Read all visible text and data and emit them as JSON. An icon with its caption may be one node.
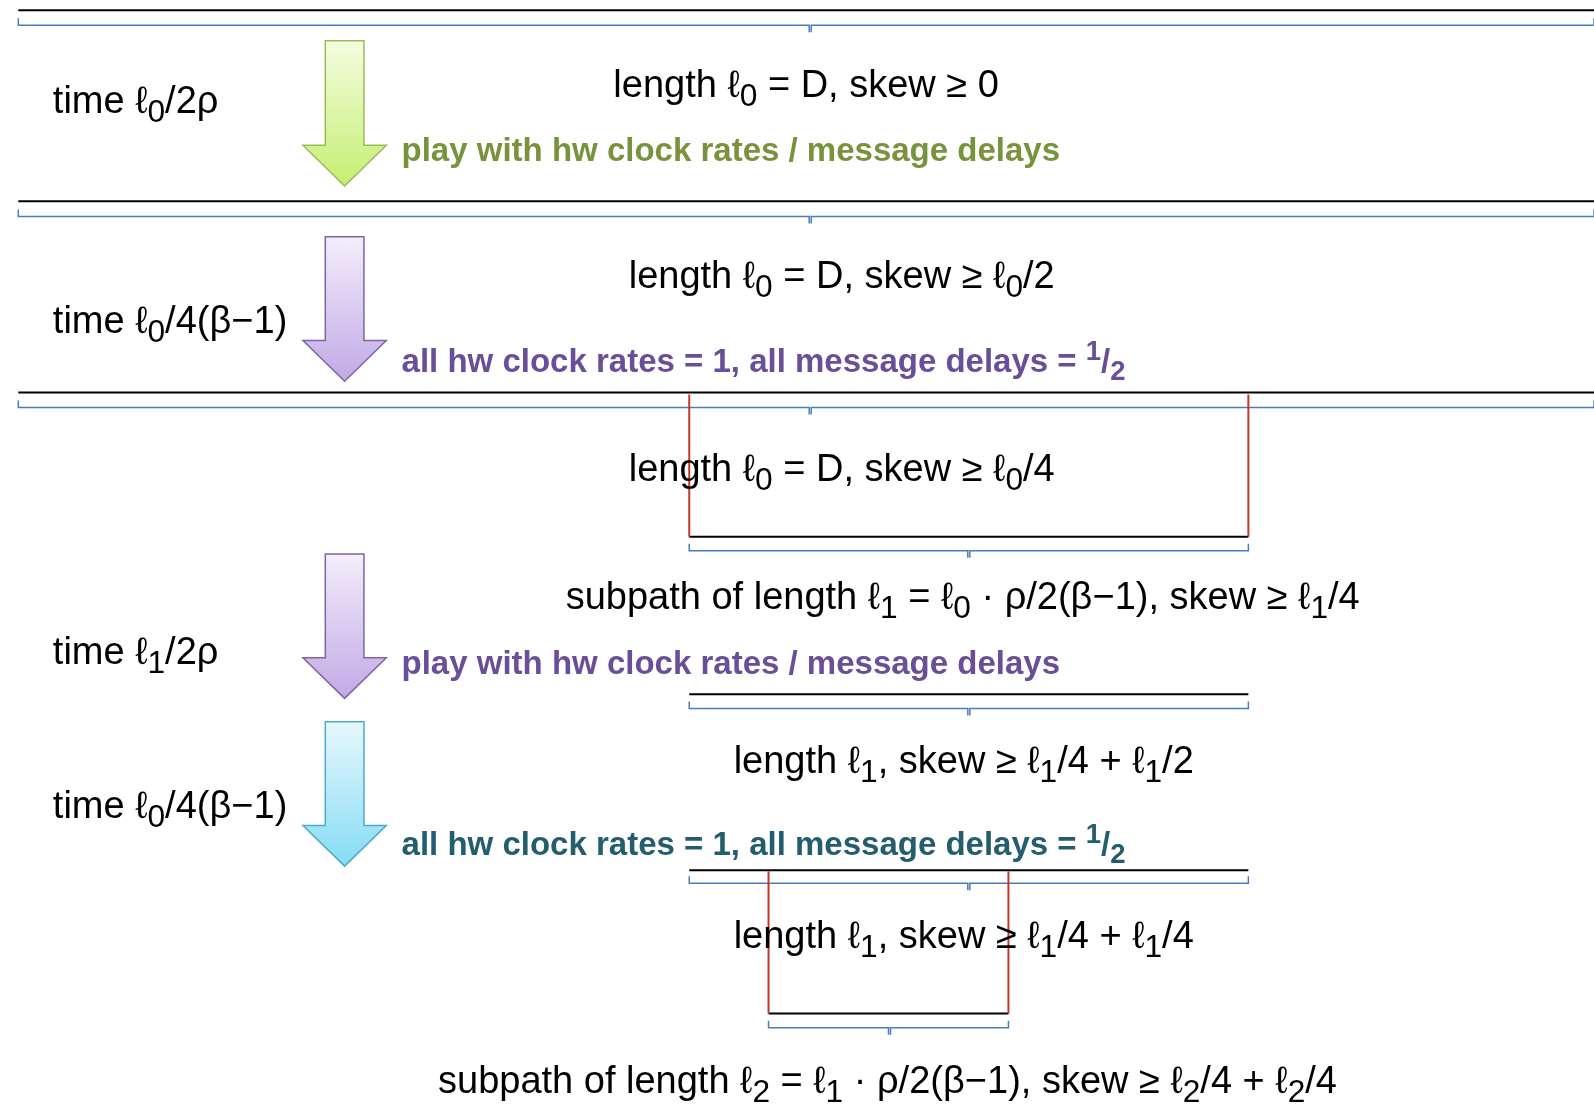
{
  "diagram": {
    "labels": [
      "time ℓ$_{0}$/2ρ",
      "length ℓ$_{0}$ = D, skew ≥ 0",
      "play with hw clock rates / message delays",
      "time ℓ$_{0}$/4(β−1)",
      "length ℓ$_{0}$ = D, skew ≥ ℓ$_{0}$/2",
      "all hw clock rates = 1, all message delays = $^{1}$/$_{2}$",
      "length ℓ$_{0}$ = D, skew ≥ ℓ$_{0}$/4",
      "subpath of length ℓ$_{1}$ = ℓ$_{0}$ · ρ/2(β−1), skew ≥ ℓ$_{1}$/4",
      "time ℓ$_{1}$/2ρ",
      "play with hw clock rates / message delays",
      "length ℓ$_{1}$, skew ≥ ℓ$_{1}$/4 + ℓ$_{1}$/2",
      "time ℓ$_{0}$/4(β−1)",
      "all hw clock rates = 1, all message delays = $^{1}$/$_{2}$",
      "length ℓ$_{1}$, skew ≥ ℓ$_{1}$/4 + ℓ$_{1}$/4",
      "subpath of length ℓ$_{2}$ = ℓ$_{1}$ · ρ/2(β−1), skew ≥ ℓ$_{2}$/4 + ℓ$_{2}$/4"
    ]
  }
}
